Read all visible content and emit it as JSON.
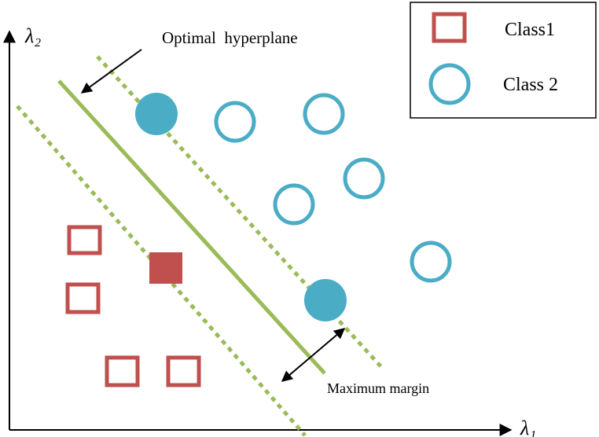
{
  "axes": {
    "x_label": "λ₁",
    "y_label": "λ₂"
  },
  "legend": {
    "items": [
      {
        "label": "Class1",
        "marker": "square-outline"
      },
      {
        "label": "Class 2",
        "marker": "circle-outline"
      }
    ]
  },
  "annotations": {
    "hyperplane": "Optimal  hyperplane",
    "margin": "Maximum margin"
  },
  "colors": {
    "class1": "#c0504d",
    "class2": "#4bacc6",
    "hyperplane": "#9bbb59",
    "axis": "#000000"
  }
}
